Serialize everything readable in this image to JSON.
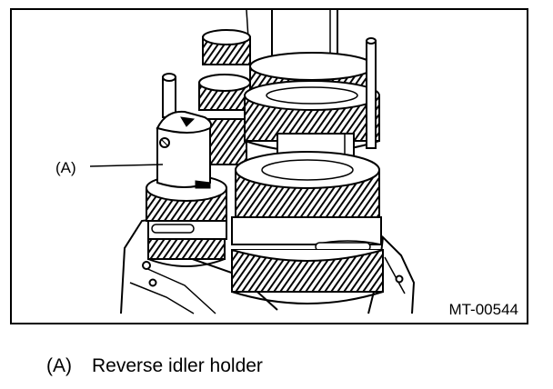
{
  "figure": {
    "callout_label": "(A)",
    "figure_code": "MT-00544",
    "line_color": "#000000",
    "background_color": "#ffffff"
  },
  "caption": {
    "marker": "(A)",
    "description": "Reverse idler holder"
  }
}
